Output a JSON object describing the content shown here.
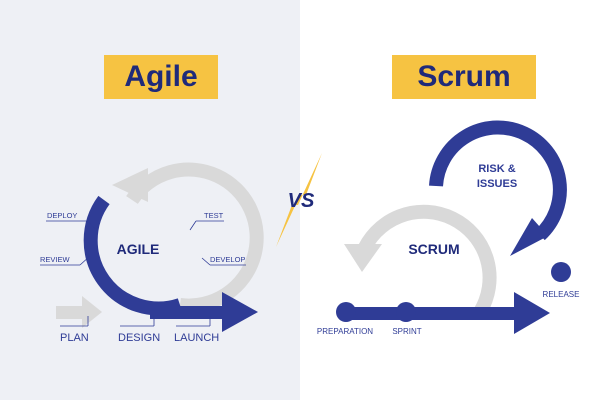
{
  "agile": {
    "title": "Agile",
    "center": "AGILE",
    "steps": {
      "deploy": "DEPLOY",
      "test": "TEST",
      "review": "REVIEW",
      "develop": "DEVELOP",
      "plan": "PLAN",
      "design": "DESIGN",
      "launch": "LAUNCH"
    }
  },
  "vs": "VS",
  "scrum": {
    "title": "Scrum",
    "center": "SCRUM",
    "risk_line1": "RISK &",
    "risk_line2": "ISSUES",
    "release": "RELEASE",
    "preparation": "PREPARATION",
    "sprint": "SPRINT"
  },
  "colors": {
    "navy": "#2f3c96",
    "gray": "#d9d9d9",
    "yellow": "#f6c342",
    "left_bg": "#eef0f5"
  }
}
